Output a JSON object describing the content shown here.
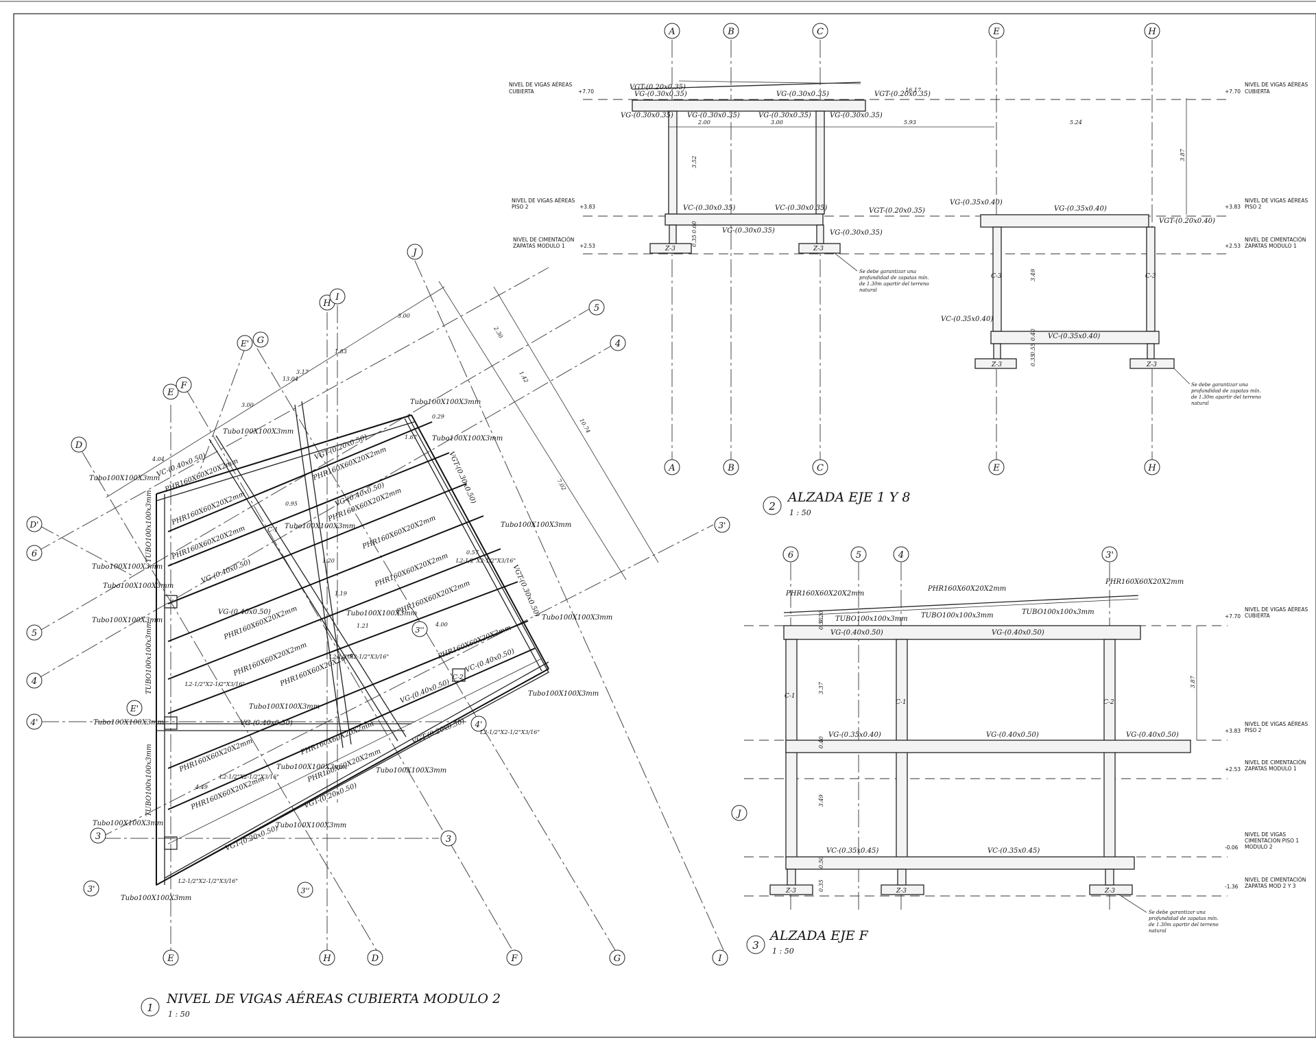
{
  "titles": {
    "plan": {
      "number": "1",
      "title": "NIVEL DE VIGAS AÉREAS CUBIERTA MODULO 2",
      "scale": "1 : 50"
    },
    "elev1": {
      "number": "2",
      "title": "ALZADA EJE 1 Y 8",
      "scale": "1 : 50"
    },
    "elev2": {
      "number": "3",
      "title": "ALZADA EJE F",
      "scale": "1 : 50"
    }
  },
  "elev1": {
    "axes": [
      "A",
      "B",
      "C",
      "E",
      "H"
    ],
    "levels": [
      {
        "line1": "NIVEL DE VIGAS AÉREAS",
        "line2": "CUBIERTA",
        "value": "+7.70"
      },
      {
        "line1": "NIVEL DE VIGAS AÉREAS",
        "line2": "PISO 2",
        "value": "+3.83"
      },
      {
        "line1": "NIVEL DE CIMENTACIÓN",
        "line2": "ZAPATAS MODULO 1",
        "value": "+2.53"
      }
    ],
    "left_levels": [
      {
        "line1": "NIVEL DE VIGAS AÉREAS",
        "line2": "CUBIERTA",
        "value": "+7.70"
      },
      {
        "line1": "NIVEL DE VIGAS AÉREAS",
        "line2": "PISO 2",
        "value": "+3.83"
      },
      {
        "line1": "NIVEL DE CIMENTACIÓN",
        "line2": "ZAPATAS MODULO 1",
        "value": "+2.53"
      }
    ],
    "labels": {
      "vgt_020": "VGT-(0.20x0.35)",
      "vg_030": "VG-(0.30x0.35)",
      "vc_030": "VC-(0.30x0.35)",
      "vg_035": "VG-(0.35x0.40)",
      "vc_035": "VC-(0.35x0.40)",
      "vgt_020b": "VGT-(0.20x0.40)",
      "z3": "Z-3",
      "c3": "C-3"
    },
    "dims": [
      "2.00",
      "3.00",
      "5.93",
      "5.24",
      "16.17",
      "3.52",
      "0.35",
      "0.60",
      "3.87",
      "3.49",
      "0.40",
      "0.55",
      "0.35"
    ],
    "note": [
      "Se debe garantizar una",
      "profundidad de zapatas mín.",
      "de 1.30m apartir del terreno",
      "natural"
    ]
  },
  "elev2": {
    "axes": [
      "6",
      "5",
      "4",
      "3'"
    ],
    "levels": [
      {
        "line1": "NIVEL DE VIGAS AÉREAS",
        "line2": "CUBIERTA",
        "value": "+7.70"
      },
      {
        "line1": "NIVEL DE VIGAS AÉREAS",
        "line2": "PISO 2",
        "value": "+3.83"
      },
      {
        "line1": "NIVEL DE CIMENTACIÓN",
        "line2": "ZAPATAS MODULO 1",
        "value": "+2.53"
      },
      {
        "line1": "NIVEL DE VIGAS",
        "line2": "CIMENTACIÓN PISO 1",
        "line3": "MODULO 2",
        "value": "-0.06"
      },
      {
        "line1": "NIVEL DE CIMENTACIÓN",
        "line2": "ZAPATAS MOD 2 Y 3",
        "value": "-1.36"
      }
    ],
    "labels": {
      "phr": "PHR160X60X20X2mm",
      "tubo": "TUBO100x100x3mm",
      "vg_040": "VG-(0.40x0.50)",
      "vg_035": "VG-(0.35x0.40)",
      "vc_035": "VC-(0.35x0.45)",
      "c1": "C-1",
      "c2": "C-2",
      "z3": "Z-3"
    },
    "dims": [
      "0.50",
      "0.20",
      "3.37",
      "0.40",
      "3.49",
      "0.50",
      "0.35",
      "3.87"
    ],
    "note": [
      "Se debe garantizar una",
      "profundidad de zapatas mín.",
      "de 1.30m apartir del terreno",
      "natural"
    ]
  },
  "plan": {
    "bubbles": [
      "J",
      "H",
      "I",
      "E'",
      "G",
      "E",
      "F",
      "D",
      "D'",
      "6",
      "5",
      "4",
      "4'",
      "E'",
      "3",
      "3'",
      "3''",
      "5",
      "4",
      "3'",
      "3",
      "J",
      "E",
      "H",
      "D",
      "F",
      "G",
      "I",
      "3'",
      "4'",
      "3''"
    ],
    "labels": {
      "tubo": "Tubo100X100X3mm",
      "tubo_caps": "TUBO100x100x3mm",
      "phr": "PHR160X60X20X2mm",
      "vg_040": "VG-(0.40x0.50)",
      "vgt_020": "VGT-(0.20x0.50)",
      "vgt_030": "VGT-(0.30x0.50)",
      "vc_040": "VC-(0.40x0.50)",
      "angle": "L2-1/2\"X2-1/2\"X3/16\"",
      "c1": "C-1",
      "c2": "C-2"
    },
    "dims": [
      "4.04",
      "3.00",
      "13.04",
      "3.17",
      "1.83",
      "3.00",
      "2.30",
      "1.42",
      "10.74",
      "7.02",
      "0.95",
      "1.20",
      "1.19",
      "1.21",
      "4.00",
      "4.49",
      "0.29",
      "1.67",
      "0.57"
    ]
  }
}
